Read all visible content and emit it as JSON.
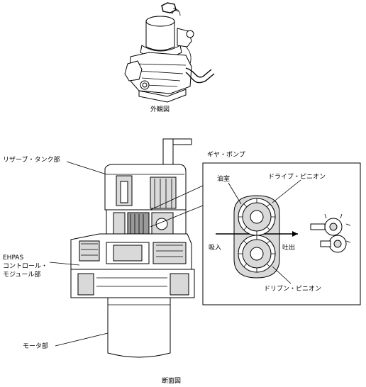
{
  "captions": {
    "exterior": "外観図",
    "section": "断面図"
  },
  "labels": {
    "reservoir": "リザーブ・タンク部",
    "gear_pump": "ギヤ・ポンプ",
    "oil_chamber": "油室",
    "drive_pinion": "ドライブ・ピニオン",
    "driven_pinion": "ドリブン・ピニオン",
    "suction": "吸入",
    "discharge": "吐出",
    "ehpas_line1": "EHPAS",
    "ehpas_line2": "コントロール・",
    "ehpas_line3": "モジュール部",
    "motor": "モータ部"
  }
}
